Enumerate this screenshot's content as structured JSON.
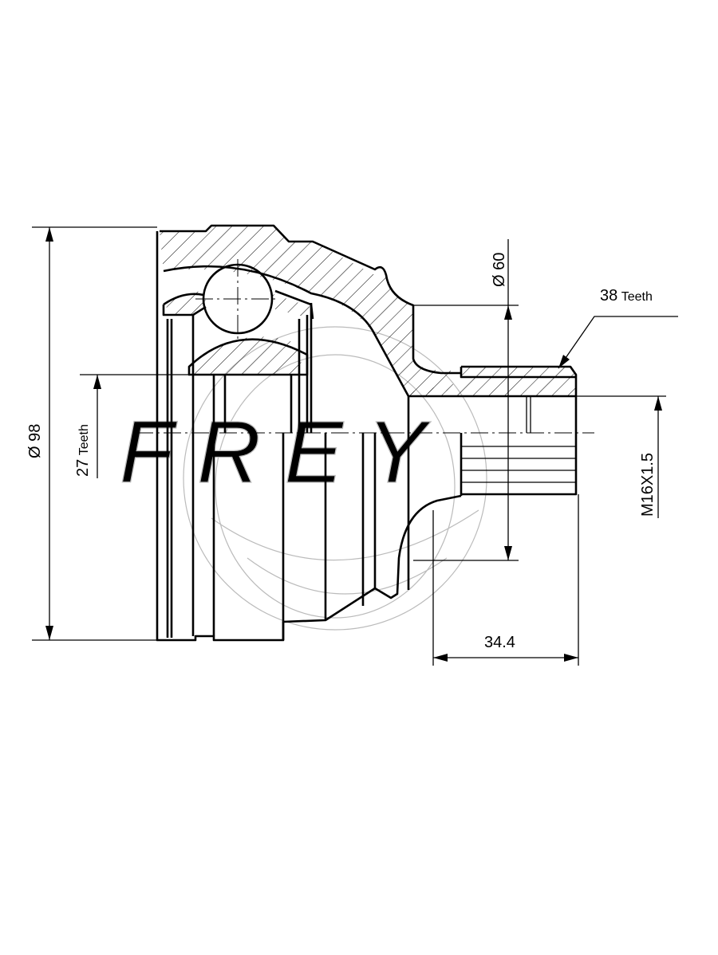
{
  "drawing": {
    "watermark": "FREY",
    "dimensions": {
      "outer_diameter": {
        "symbol": "Ø",
        "value": "98"
      },
      "inner_teeth": {
        "count": "27",
        "unit": "Teeth"
      },
      "shaft_diameter": {
        "symbol": "Ø",
        "value": "60"
      },
      "outer_teeth": {
        "count": "38",
        "unit": "Teeth"
      },
      "thread": "M16X1.5",
      "shaft_length": "34.4"
    }
  }
}
